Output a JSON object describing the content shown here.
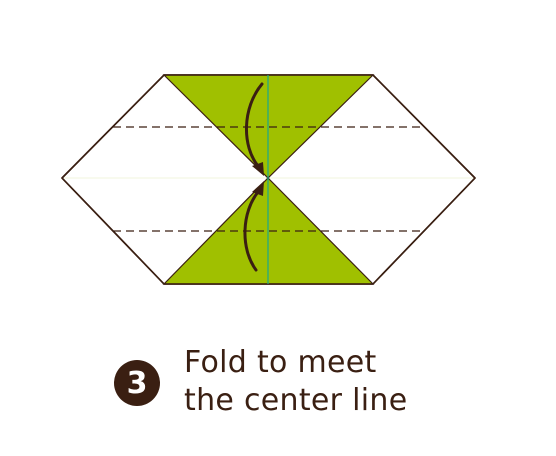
{
  "step": {
    "number": "3"
  },
  "instruction": {
    "line1": "Fold to meet",
    "line2": "the center line"
  },
  "colors": {
    "outline": "#3a1f12",
    "green": "#a0c000",
    "paper": "#ffffff",
    "center_line": "#1aa98a",
    "crease": "#3a1f12"
  },
  "icons": [
    "fold-down-arrow-icon",
    "fold-up-arrow-icon"
  ]
}
